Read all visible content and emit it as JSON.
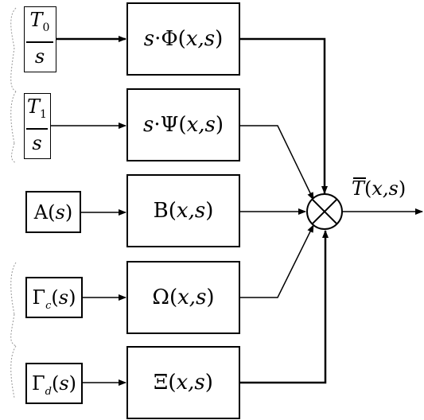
{
  "inputs": [
    {
      "id": "t0",
      "num_base": "T",
      "num_sub": "0",
      "den": "s"
    },
    {
      "id": "t1",
      "num_base": "T",
      "num_sub": "1",
      "den": "s"
    },
    {
      "id": "a",
      "label": "A",
      "arg": "s"
    },
    {
      "id": "gc",
      "label": "Γ",
      "sub": "c",
      "arg": "s"
    },
    {
      "id": "gd",
      "label": "Γ",
      "sub": "d",
      "arg": "s"
    }
  ],
  "blocks": [
    {
      "id": "phi",
      "pre": "s",
      "dot": "·",
      "func": "Φ",
      "args": "x,s"
    },
    {
      "id": "psi",
      "pre": "s",
      "dot": "·",
      "func": "Ψ",
      "args": "x,s"
    },
    {
      "id": "b",
      "func": "B",
      "args": "x,s"
    },
    {
      "id": "omega",
      "func": "Ω",
      "args": "x,s"
    },
    {
      "id": "xi",
      "func": "Ξ",
      "args": "x,s"
    }
  ],
  "output": {
    "label": "T",
    "args": "x,s"
  }
}
